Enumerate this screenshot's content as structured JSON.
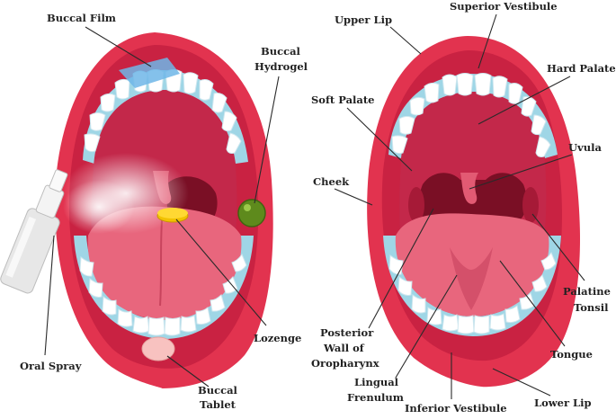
{
  "left_labels": {
    "buccal_film": "Buccal Film",
    "buccal_hydrogel_1": "Buccal",
    "buccal_hydrogel_2": "Hydrogel",
    "lozenge": "Lozenge",
    "oral_spray": "Oral Spray",
    "buccal_tablet_1": "Buccal",
    "buccal_tablet_2": "Tablet"
  },
  "right_labels": {
    "upper_lip": "Upper Lip",
    "superior_vestibule": "Superior Vestibule",
    "hard_palate": "Hard Palate",
    "soft_palate": "Soft Palate",
    "uvula": "Uvula",
    "cheek": "Cheek",
    "palatine_tonsil_1": "Palatine",
    "palatine_tonsil_2": "Tonsil",
    "posterior_wall_1": "Posterior",
    "posterior_wall_2": "Wall of",
    "posterior_wall_3": "Oropharynx",
    "tongue": "Tongue",
    "lingual_frenulum_1": "Lingual",
    "lingual_frenulum_2": "Frenulum",
    "inferior_vestibule": "Inferior Vestibule",
    "lower_lip": "Lower Lip"
  },
  "colors": {
    "lip": "#e2334f",
    "lip_dark": "#b81e3a",
    "mouth_inner": "#c3284a",
    "throat": "#7a0f25",
    "tongue": "#e8667d",
    "tooth": "#ffffff",
    "gum": "#9fd6e6",
    "spray": "#e7e7e7",
    "film": "#6fb6e8",
    "hydrogel": "#5e8a1c",
    "lozenge": "#f2c200",
    "tablet": "#f8c2c0"
  }
}
